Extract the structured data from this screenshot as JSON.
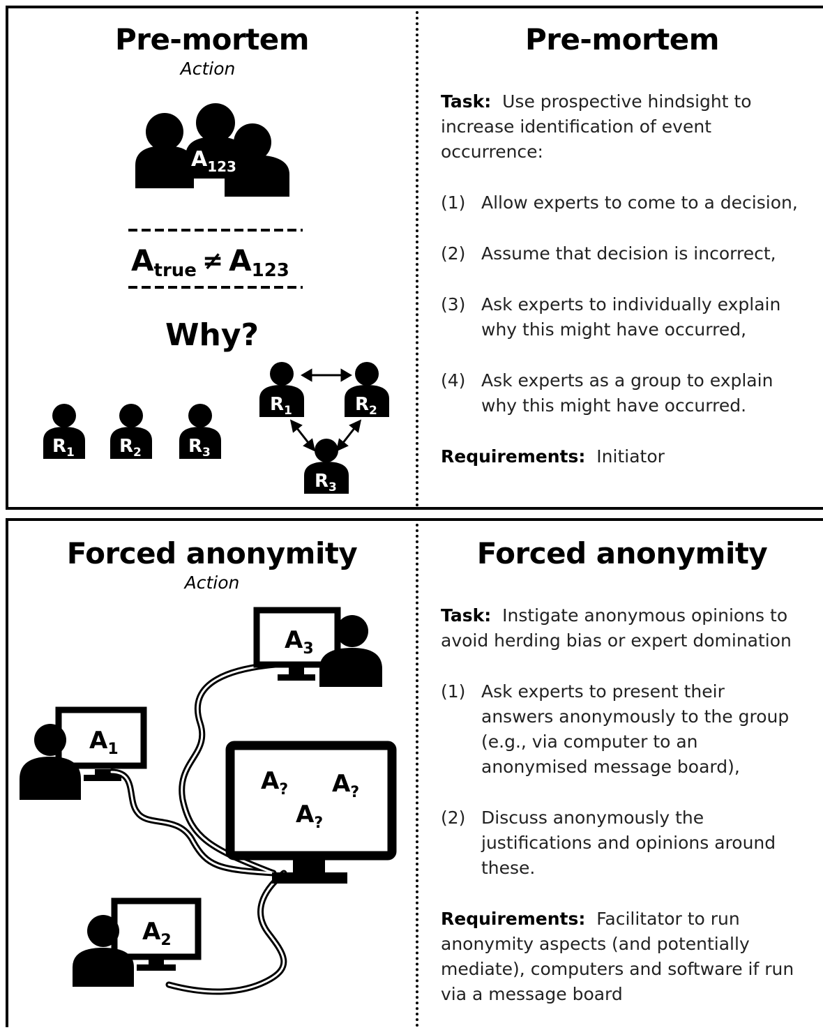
{
  "card1": {
    "left_title": "Pre-mortem",
    "action_label": "Action",
    "group_label": "A",
    "group_sub": "123",
    "equation": {
      "lhs": "A",
      "lhs_sub": "true",
      "op": "≠",
      "rhs": "A",
      "rhs_sub": "123"
    },
    "why": "Why?",
    "individuals": [
      {
        "label": "R",
        "sub": "1"
      },
      {
        "label": "R",
        "sub": "2"
      },
      {
        "label": "R",
        "sub": "3"
      }
    ],
    "network": [
      {
        "label": "R",
        "sub": "1"
      },
      {
        "label": "R",
        "sub": "2"
      },
      {
        "label": "R",
        "sub": "3"
      }
    ],
    "right_title": "Pre-mortem",
    "task_label": "Task:",
    "task_text": "Use prospective hindsight to increase identification of event occurrence:",
    "steps": [
      {
        "num": "(1)",
        "text": "Allow experts to come to a decision,"
      },
      {
        "num": "(2)",
        "text": "Assume that decision is incorrect,"
      },
      {
        "num": "(3)",
        "text": "Ask experts to individually explain why this might have occurred,"
      },
      {
        "num": "(4)",
        "text": "Ask experts as a group to explain why this might have occurred."
      }
    ],
    "req_label": "Requirements:",
    "req_text": "Initiator"
  },
  "card2": {
    "left_title": "Forced anonymity",
    "action_label": "Action",
    "monitors": [
      {
        "label": "A",
        "sub": "3"
      },
      {
        "label": "A",
        "sub": "1"
      },
      {
        "label": "A",
        "sub": "2"
      }
    ],
    "central_labels": [
      {
        "label": "A",
        "sub": "?"
      },
      {
        "label": "A",
        "sub": "?"
      },
      {
        "label": "A",
        "sub": "?"
      }
    ],
    "right_title": "Forced anonymity",
    "task_label": "Task:",
    "task_text": "Instigate anonymous opinions to avoid herding bias or expert domination",
    "steps": [
      {
        "num": "(1)",
        "text": "Ask experts to present their answers anonymously to the group (e.g., via computer to an anonymised message board),"
      },
      {
        "num": "(2)",
        "text": "Discuss anonymously the justifications and opinions around these."
      }
    ],
    "req_label": "Requirements:",
    "req_text": "Facilitator to run anonymity aspects (and potentially mediate), computers and software if run via a message board"
  }
}
